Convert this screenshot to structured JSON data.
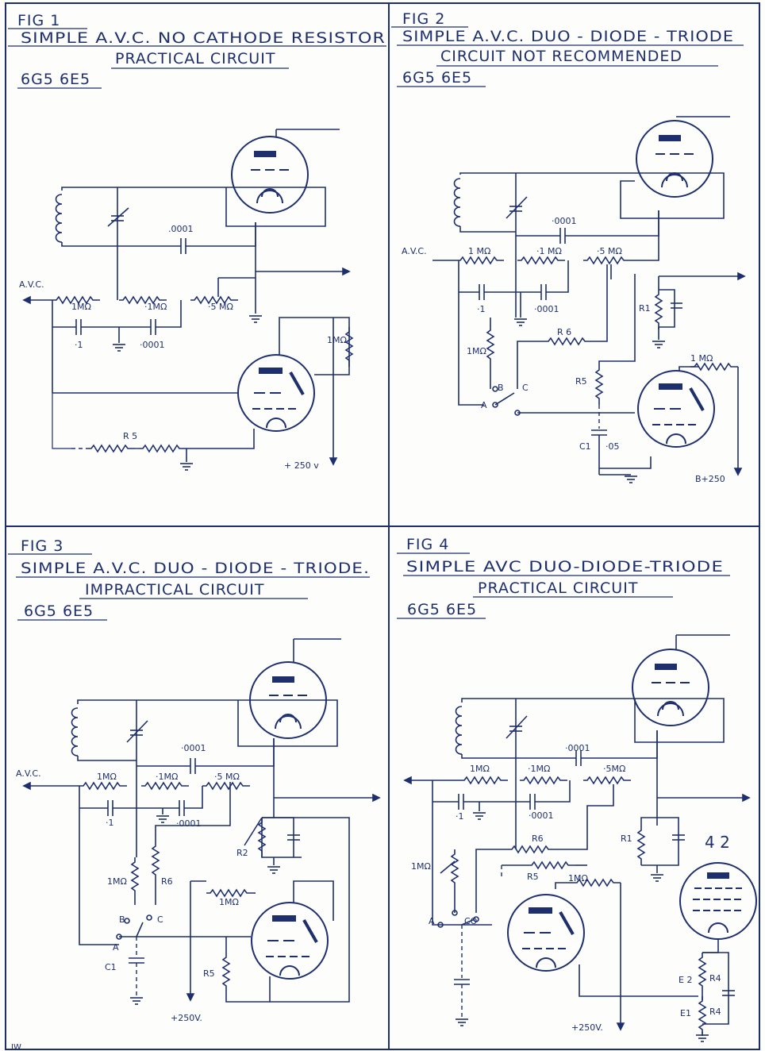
{
  "fig1": {
    "num": "FIG 1",
    "title": "SIMPLE    A.V.C.  NO CATHODE RESISTOR",
    "subtitle": "PRACTICAL CIRCUIT",
    "tubes": "6G5  6E5",
    "labels": {
      "avc": "A.V.C.",
      "c1": ".0001",
      "r1": "1MΩ",
      "r2": "·1MΩ",
      "r3": "·5 MΩ",
      "c2": "·1",
      "c3": "·0001",
      "r4": "1MΩ",
      "r5": "R 5",
      "hv": "+ 250 v"
    }
  },
  "fig2": {
    "num": "FIG 2",
    "title": "SIMPLE  A.V.C.    DUO - DIODE - TRIODE",
    "subtitle": "CIRCUIT  NOT  RECOMMENDED",
    "tubes": "6G5  6E5",
    "labels": {
      "avc": "A.V.C.",
      "c1": "·0001",
      "r1": "1 MΩ",
      "r2": "·1 MΩ",
      "r3": "·5 MΩ",
      "c2": "·1",
      "c3": "·0001",
      "r6": "R 6",
      "r7": "1MΩ",
      "r5": "R5",
      "ri": "R1",
      "r8": "1 MΩ",
      "sa": "A",
      "sb": "B",
      "sc": "C",
      "cl": "C1",
      "c4": "·05",
      "hv": "B+250"
    }
  },
  "fig3": {
    "num": "FIG  3",
    "title": "SIMPLE   A.V.C.   DUO - DIODE - TRIODE.",
    "subtitle": "IMPRACTICAL  CIRCUIT",
    "tubes": "6G5  6E5",
    "labels": {
      "avc": "A.V.C.",
      "c1": "·0001",
      "r1": "1MΩ",
      "r2": "·1MΩ",
      "r3": "·5 MΩ",
      "c2": "·1",
      "c3": "·0001",
      "r7": "1MΩ",
      "r6": "R6",
      "r2b": "R2",
      "r8": "1MΩ",
      "sb": "B",
      "sc": "C",
      "sa": "A",
      "cl": "C1",
      "r5": "R5",
      "hv": "+250V."
    }
  },
  "fig4": {
    "num": "FIG  4",
    "title": "SIMPLE  AVC   DUO-DIODE-TRIODE",
    "subtitle": "PRACTICAL  CIRCUIT",
    "tubes": "6G5  6E5",
    "labels": {
      "c1": "·0001",
      "r1": "1MΩ",
      "r2": "·1MΩ",
      "r3": "·5MΩ",
      "c2": "·1",
      "c3": "·0001",
      "r6": "R6",
      "ri": "R1",
      "num42": "4 2",
      "r7": "1MΩ",
      "r5": "R5",
      "r8": "1MΩ",
      "sa": "A",
      "sc": "CO",
      "e2": "E 2",
      "r4a": "R4",
      "e1": "E1",
      "r4b": "R4",
      "hv": "+250V."
    }
  },
  "corner": "IW"
}
